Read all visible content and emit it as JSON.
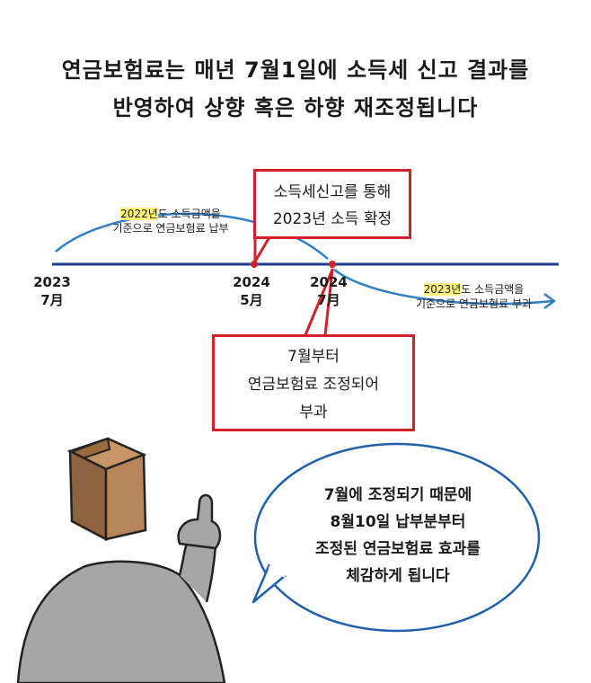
{
  "headline": {
    "line1": "연금보험료는 매년 7월1일에 소득세 신고 결과를",
    "line2": "반영하여 상향 혹은 하향 재조정됩니다"
  },
  "timeline": {
    "dates": [
      {
        "year": "2023",
        "month": "7月"
      },
      {
        "year": "2024",
        "month": "5月"
      },
      {
        "year": "2024",
        "month": "7月"
      }
    ],
    "arc_left": {
      "highlight": "2022년",
      "rest1": "도 소득금액을",
      "line2": "기준으로 연금보험료 납부"
    },
    "arc_right": {
      "highlight": "2023년",
      "rest1": "도 소득금액을",
      "line2": "기준으로 연금보험료 부과"
    }
  },
  "box_top": {
    "line1": "소득세신고를 통해",
    "line2": "2023년 소득 확정"
  },
  "box_bottom": {
    "line1": "7월부터",
    "line2": "연금보험료 조정되어",
    "line3": "부과"
  },
  "speech": {
    "line1": "7월에 조정되기 때문에",
    "line2": "8월10일 납부분부터",
    "line3": "조정된 연금보험료 효과를",
    "line4": "체감하게 됩니다"
  },
  "colors": {
    "timeline": "#1d3f8f",
    "arc": "#2f7fc6",
    "box_border": "#d4202a",
    "highlight": "#fff27a",
    "bubble_border": "#1f5fae",
    "box_head": "#b8855a",
    "body": "#a6a6a6"
  }
}
